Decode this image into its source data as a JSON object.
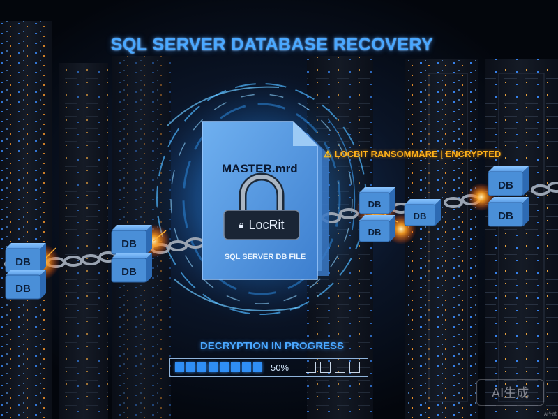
{
  "title": "SQL SERVER DATABASE RECOVERY",
  "warning": {
    "icon": "warning-triangle-icon",
    "text": "LOCBIT RANSOMMARE | ENCRYPTED"
  },
  "file": {
    "name": "MASTER.mrd",
    "lock_label": "LocRit",
    "subtitle": "SQL SERVER DB FILE"
  },
  "db_label": "DB",
  "progress": {
    "title": "DECRYPTION IN PROGRESS",
    "percent_label": "50%",
    "filled_segments": 8,
    "empty_segments": 4
  },
  "watermark": {
    "badge": "AI生成",
    "small": "AI生成"
  },
  "colors": {
    "accent_blue": "#4aa8ff",
    "file_blue": "#4a8fd8",
    "warning_orange": "#ffb21a",
    "background": "#05080f"
  }
}
